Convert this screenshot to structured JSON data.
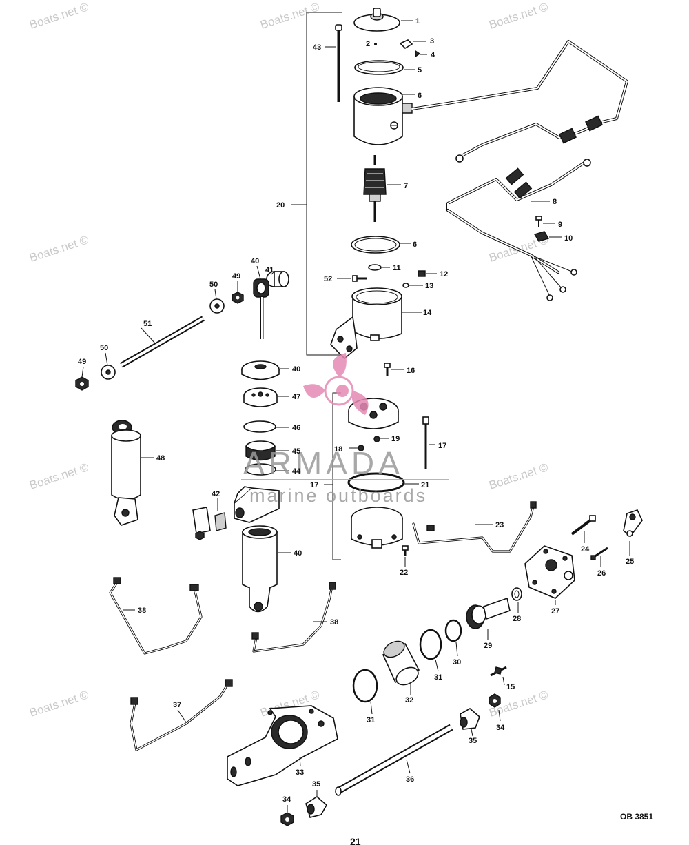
{
  "watermark": {
    "text": "Boats.net ©"
  },
  "logo": {
    "brand": "ARMADA",
    "tagline": "marine outboards",
    "accent_color": "#e58ab5"
  },
  "drawing_code": "OB 3851",
  "page_number": "21",
  "labels": {
    "p1": "1",
    "p2": "2",
    "p3": "3",
    "p4": "4",
    "p5": "5",
    "p6": "6",
    "p6b": "6",
    "p7": "7",
    "p8": "8",
    "p9": "9",
    "p10": "10",
    "p11": "11",
    "p12": "12",
    "p13": "13",
    "p14": "14",
    "p15": "15",
    "p16": "16",
    "p17": "17",
    "p17b": "17",
    "p18": "18",
    "p19": "19",
    "p20": "20",
    "p21": "21",
    "p22": "22",
    "p23": "23",
    "p24": "24",
    "p25": "25",
    "p26": "26",
    "p27": "27",
    "p28": "28",
    "p29": "29",
    "p30": "30",
    "p31": "31",
    "p31b": "31",
    "p32": "32",
    "p33": "33",
    "p34": "34",
    "p34b": "34",
    "p35": "35",
    "p35b": "35",
    "p36": "36",
    "p37": "37",
    "p38": "38",
    "p38b": "38",
    "p40": "40",
    "p40b": "40",
    "p40c": "40",
    "p41": "41",
    "p42": "42",
    "p43": "43",
    "p44": "44",
    "p45": "45",
    "p46": "46",
    "p47": "47",
    "p48": "48",
    "p49": "49",
    "p49b": "49",
    "p50": "50",
    "p50b": "50",
    "p51": "51",
    "p52": "52"
  }
}
